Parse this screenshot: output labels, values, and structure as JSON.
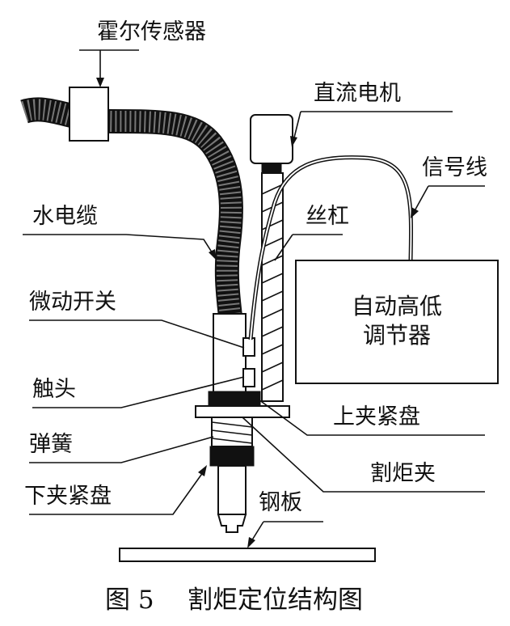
{
  "labels": {
    "hall_sensor": "霍尔传感器",
    "dc_motor": "直流电机",
    "signal_line": "信号线",
    "water_cable": "水电缆",
    "lead_screw": "丝杠",
    "micro_switch": "微动开关",
    "contact": "触头",
    "upper_clamp_disc": "上夹紧盘",
    "spring": "弹簧",
    "torch_clamp": "割炬夹",
    "lower_clamp_disc": "下夹紧盘",
    "steel_plate": "钢板"
  },
  "controller": {
    "line1": "自动高低",
    "line2": "调节器"
  },
  "caption": {
    "figure_no": "图 5",
    "title": "割炬定位结构图"
  }
}
